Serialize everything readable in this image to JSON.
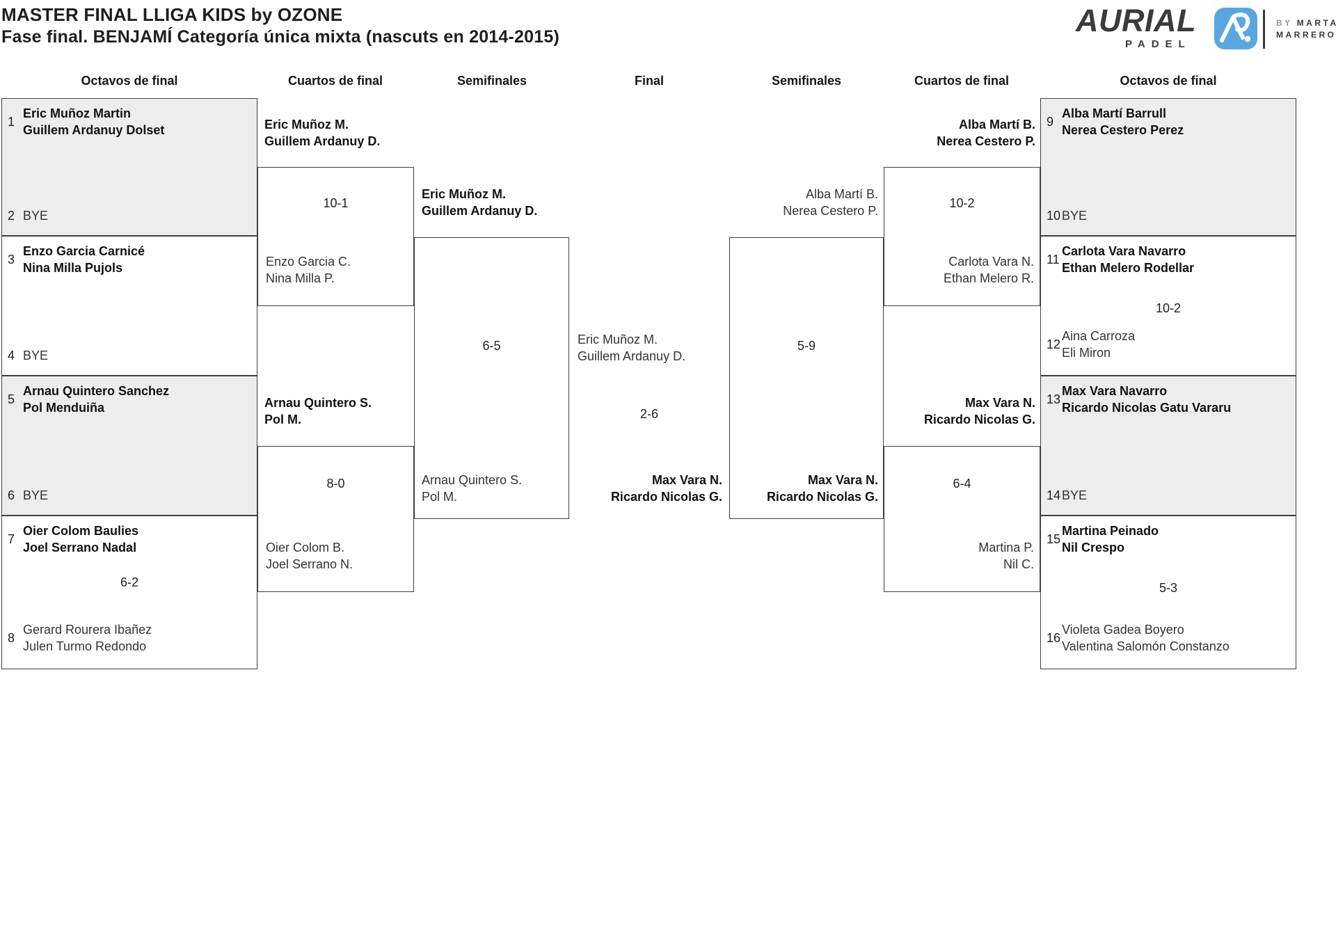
{
  "title": {
    "line1": "MASTER FINAL LLIGA KIDS by OZONE",
    "line2": "Fase final. BENJAMÍ Categoría única mixta (nascuts en 2014-2015)"
  },
  "logo": {
    "brand": "AURIAL",
    "sub": "PADEL",
    "by_prefix": "BY",
    "by_name1": "MARTA",
    "by_name2": "MARRERO"
  },
  "headers": [
    "Octavos de final",
    "Cuartos de final",
    "Semifinales",
    "Final",
    "Semifinales",
    "Cuartos de final",
    "Octavos de final"
  ],
  "r16": {
    "left": [
      {
        "n1": "1",
        "p1": [
          "Eric Muñoz Martin",
          "Guillem Ardanuy Dolset"
        ],
        "w1": true,
        "n2": "2",
        "p2": [
          "BYE"
        ],
        "w2": false,
        "score": ""
      },
      {
        "n1": "3",
        "p1": [
          "Enzo Garcia Carnicé",
          "Nina Milla Pujols"
        ],
        "w1": true,
        "n2": "4",
        "p2": [
          "BYE"
        ],
        "w2": false,
        "score": ""
      },
      {
        "n1": "5",
        "p1": [
          "Arnau Quintero Sanchez",
          "Pol Menduiña"
        ],
        "w1": true,
        "n2": "6",
        "p2": [
          "BYE"
        ],
        "w2": false,
        "score": ""
      },
      {
        "n1": "7",
        "p1": [
          "Oier Colom Baulies",
          "Joel Serrano Nadal"
        ],
        "w1": true,
        "n2": "8",
        "p2": [
          "Gerard Rourera Ibañez",
          "Julen Turmo Redondo"
        ],
        "w2": false,
        "score": "6-2"
      }
    ],
    "right": [
      {
        "n1": "9",
        "p1": [
          "Alba Martí Barrull",
          "Nerea Cestero Perez"
        ],
        "w1": true,
        "n2": "10",
        "p2": [
          "BYE"
        ],
        "w2": false,
        "score": ""
      },
      {
        "n1": "11",
        "p1": [
          "Carlota Vara Navarro",
          "Ethan Melero Rodellar"
        ],
        "w1": true,
        "n2": "12",
        "p2": [
          "Aina Carroza",
          "Eli Miron"
        ],
        "w2": false,
        "score": "10-2"
      },
      {
        "n1": "13",
        "p1": [
          "Max Vara Navarro",
          "Ricardo Nicolas Gatu Vararu"
        ],
        "w1": true,
        "n2": "14",
        "p2": [
          "BYE"
        ],
        "w2": false,
        "score": ""
      },
      {
        "n1": "15",
        "p1": [
          "Martina Peinado",
          "Nil Crespo"
        ],
        "w1": true,
        "n2": "16",
        "p2": [
          "Violeta Gadea Boyero",
          "Valentina Salomón Constanzo"
        ],
        "w2": false,
        "score": "5-3"
      }
    ]
  },
  "qf": {
    "left": [
      {
        "top": [
          "Eric Muñoz M.",
          "Guillem Ardanuy D."
        ],
        "top_winner": true,
        "score": "10-1",
        "bottom": [
          "Enzo Garcia C.",
          "Nina Milla P."
        ],
        "bottom_winner": false
      },
      {
        "top": [
          "Arnau Quintero S.",
          "Pol M."
        ],
        "top_winner": true,
        "score": "8-0",
        "bottom": [
          "Oier Colom B.",
          "Joel Serrano N."
        ],
        "bottom_winner": false
      }
    ],
    "right": [
      {
        "top": [
          "Alba Martí B.",
          "Nerea Cestero P."
        ],
        "top_winner": true,
        "score": "10-2",
        "bottom": [
          "Carlota Vara N.",
          "Ethan Melero R."
        ],
        "bottom_winner": false
      },
      {
        "top": [
          "Max Vara N.",
          "Ricardo Nicolas G."
        ],
        "top_winner": true,
        "score": "6-4",
        "bottom": [
          "Martina P.",
          "Nil C."
        ],
        "bottom_winner": false
      }
    ]
  },
  "sf": {
    "left": {
      "top": [
        "Eric Muñoz M.",
        "Guillem Ardanuy D."
      ],
      "top_winner": true,
      "score": "6-5",
      "bottom": [
        "Arnau Quintero S.",
        "Pol M."
      ],
      "bottom_winner": false
    },
    "right": {
      "top": [
        "Alba Martí B.",
        "Nerea Cestero P."
      ],
      "top_winner": false,
      "score": "5-9",
      "bottom": [
        "Max Vara N.",
        "Ricardo Nicolas G."
      ],
      "bottom_winner": true
    }
  },
  "final": {
    "left": [
      "Eric Muñoz M.",
      "Guillem Ardanuy D."
    ],
    "left_winner": false,
    "score": "2-6",
    "right": [
      "Max Vara N.",
      "Ricardo Nicolas G."
    ],
    "right_winner": true
  },
  "colors": {
    "logo_blue": "#5aa7e0",
    "panel_gray": "#ededed",
    "line": "#3f3f3f",
    "text": "#1d1d1d",
    "muted": "#9a9a9a"
  }
}
